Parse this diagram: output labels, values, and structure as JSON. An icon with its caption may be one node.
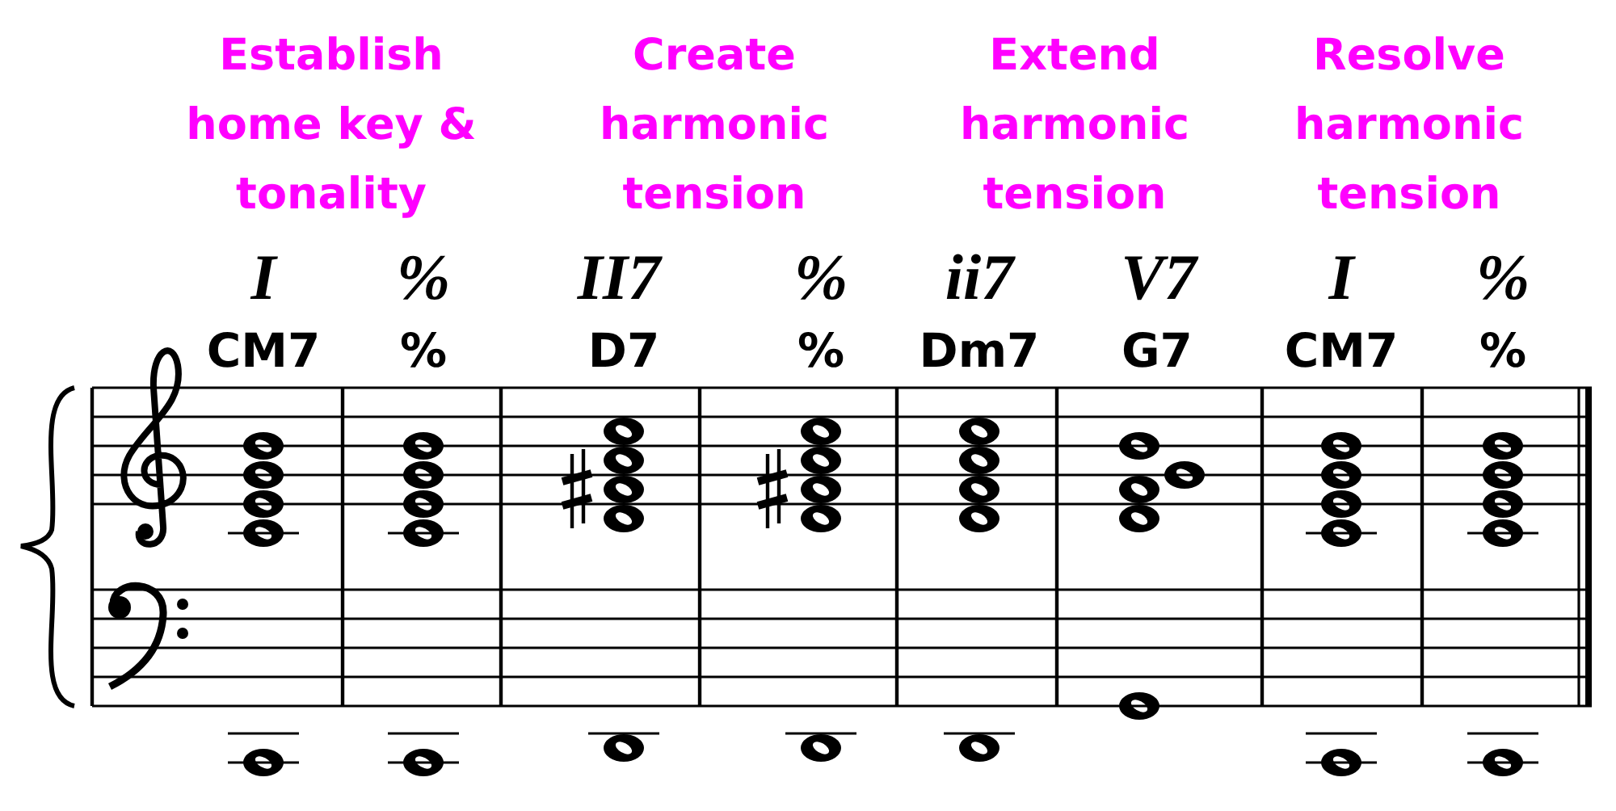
{
  "diagram": {
    "labels": [
      "Establish home key & tonality",
      "Create harmonic tension",
      "Extend harmonic tension",
      "Resolve harmonic tension",
      "I",
      "%",
      "II7",
      "%",
      "ii7",
      "V7",
      "I",
      "%",
      "CM7",
      "%",
      "D7",
      "%",
      "Dm7",
      "G7",
      "CM7",
      "%"
    ]
  }
}
